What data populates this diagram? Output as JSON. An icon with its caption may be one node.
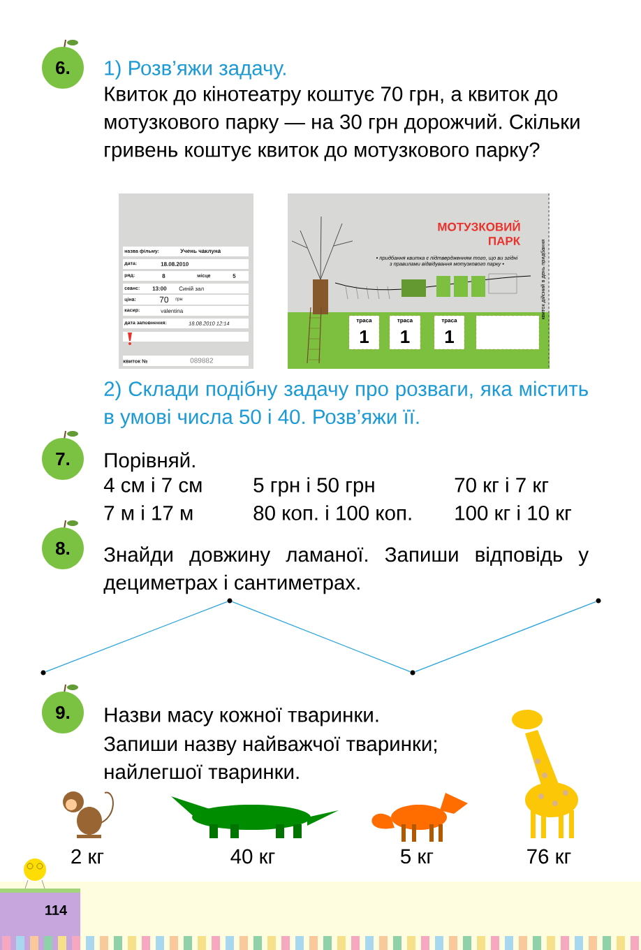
{
  "diagram": {
    "nodes": [
      {
        "text": [
          "6."
        ]
      },
      {
        "text": [
          "7."
        ]
      },
      {
        "text": [
          "8."
        ]
      },
      {
        "text": [
          "9."
        ]
      },
      {
        "text": [],
        "shape": "circle"
      },
      {
        "text": [],
        "shape": "circle"
      },
      {
        "text": [],
        "shape": "circle"
      },
      {
        "text": [],
        "shape": "circle"
      }
    ],
    "edges": [
      {
        "from": 4,
        "to": 5,
        "arrow": "none"
      },
      {
        "from": 5,
        "to": 6,
        "arrow": "none"
      },
      {
        "from": 6,
        "to": 7,
        "arrow": "none"
      }
    ],
    "labels": [
      "1) Розв’яжи задачу.",
      "Квиток до кінотеатру коштує 70 грн, а квиток до мотузкового парку — на 30 грн дорожчий. Скільки гривень коштує квиток до мотузкового парку?",
      "назва фільму:",
      "Учень чаклуна",
      "дата:",
      "18.08.2010",
      "ряд:",
      "8",
      "місце",
      "5",
      "сеанс:",
      "13:00",
      "Синій зал",
      "ціна:",
      "70",
      "грн",
      "касир:",
      "valentina",
      "дата заповнення:",
      "18.08.2010 12:14",
      "квиток №",
      "089882",
      "МОТУЗКОВИЙ",
      "ПАРК",
      "• придбання квитка є підтвердженням того, що ви згідні з правилами відвідування мотузкового парку •",
      "квиток дійсний в день придбання",
      "траса",
      "1",
      "траса",
      "1",
      "траса",
      "1",
      "2) Склади подібну задачу про розваги, яка містить в умові числа 50 і 40. Розв’яжи її.",
      "Порівняй.",
      "4 см і 7 см",
      "5 грн і 50 грн",
      "70 кг і 7 кг",
      "7 м і 17 м",
      "80 коп. і 100 коп.",
      "100 кг і 10 кг",
      "Знайди довжину ламаної. Запиши відповідь у дециметрах і сантиметрах.",
      "Назви масу кожної тваринки.",
      "Запиши назву найважчої тваринки;",
      "найлегшої тваринки.",
      "2 кг",
      "40 кг",
      "5 кг",
      "76 кг",
      "114"
    ]
  }
}
